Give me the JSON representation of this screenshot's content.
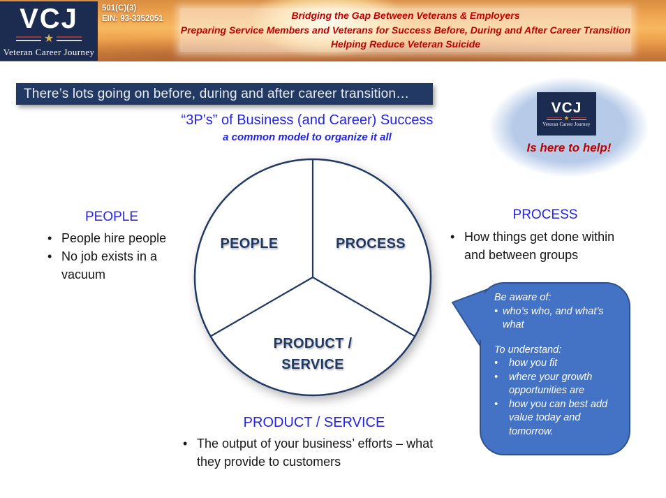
{
  "logo": {
    "acronym": "VCJ",
    "name": "Veteran Career Journey",
    "star": "★"
  },
  "header": {
    "status": "501(C)(3)",
    "ein": "EIN: 93-3352051",
    "taglines": [
      "Bridging the Gap Between Veterans & Employers",
      "Preparing Service Members and Veterans for Success Before, During and After Career Transition",
      "Helping Reduce Veteran Suicide"
    ]
  },
  "title_bar": "There’s lots going on before, during and after career transition…",
  "model": {
    "title": "“3P’s” of Business (and Career) Success",
    "subtitle": "a common model to organize it all"
  },
  "helper": {
    "caption": "Is here to help!"
  },
  "pie": {
    "people": "PEOPLE",
    "process": "PROCESS",
    "product_line1": "PRODUCT /",
    "product_line2": "SERVICE"
  },
  "sections": {
    "people": {
      "heading": "PEOPLE",
      "bullets": [
        "People hire people",
        "No job exists in a vacuum"
      ]
    },
    "process": {
      "heading": "PROCESS",
      "bullets": [
        "How things get done within and between groups"
      ]
    },
    "product": {
      "heading": "PRODUCT / SERVICE",
      "bullets": [
        "The output of your business’ efforts – what they provide to customers"
      ]
    }
  },
  "callout": {
    "heading1": "Be aware of:",
    "bullets1": [
      "who’s who, and what’s what"
    ],
    "heading2": "To understand:",
    "bullets2": [
      "how you fit",
      "where your growth opportunities are",
      "how you can best add value today and tomorrow."
    ]
  },
  "glyphs": {
    "bullet": "•"
  },
  "colors": {
    "navy": "#1F3864",
    "heading_blue": "#2222E8",
    "red": "#C00000",
    "bubble_fill": "#4472C4",
    "bubble_border": "#2F528F",
    "ellipse_blue": "#B7CBE9"
  }
}
